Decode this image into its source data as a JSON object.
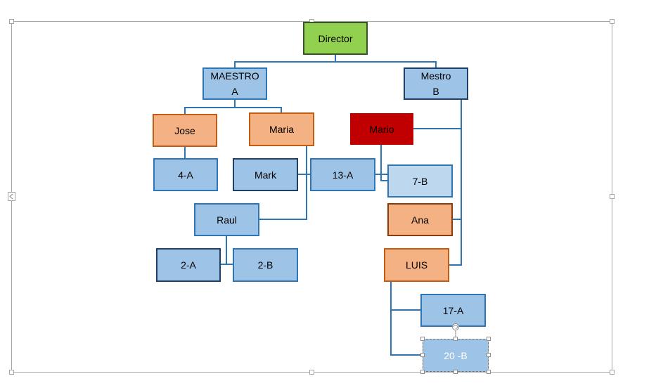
{
  "diagram": {
    "nodes": {
      "director": "Director",
      "maestro_a_line1": "MAESTRO",
      "maestro_a_line2": "A",
      "mestro_b_line1": "Mestro",
      "mestro_b_line2": "B",
      "jose": "Jose",
      "maria": "Maria",
      "mario": "Mario",
      "n4a": "4-A",
      "mark": "Mark",
      "n13a": "13-A",
      "n7b": "7-B",
      "raul": "Raul",
      "ana": "Ana",
      "n2a": "2-A",
      "n2b": "2-B",
      "luis": "LUIS",
      "n17a": "17-A",
      "n20b": "20 -B"
    },
    "colors": {
      "connector": "#2e75b6",
      "blue_fill": "#9dc3e6",
      "orange_fill": "#f4b183",
      "green_fill": "#92d050",
      "red_fill": "#c00000"
    }
  },
  "icons": {
    "collapse_handle": "chevron-left-icon",
    "rotate_handle": "rotate-icon"
  }
}
